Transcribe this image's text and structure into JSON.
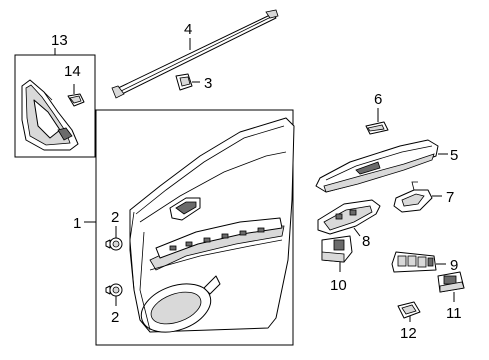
{
  "callouts": [
    {
      "id": "c1",
      "label": "1"
    },
    {
      "id": "c2a",
      "label": "2"
    },
    {
      "id": "c2b",
      "label": "2"
    },
    {
      "id": "c3",
      "label": "3"
    },
    {
      "id": "c4",
      "label": "4"
    },
    {
      "id": "c5",
      "label": "5"
    },
    {
      "id": "c6",
      "label": "6"
    },
    {
      "id": "c7",
      "label": "7"
    },
    {
      "id": "c8",
      "label": "8"
    },
    {
      "id": "c9",
      "label": "9"
    },
    {
      "id": "c10",
      "label": "10"
    },
    {
      "id": "c11",
      "label": "11"
    },
    {
      "id": "c12",
      "label": "12"
    },
    {
      "id": "c13",
      "label": "13"
    },
    {
      "id": "c14",
      "label": "14"
    }
  ]
}
